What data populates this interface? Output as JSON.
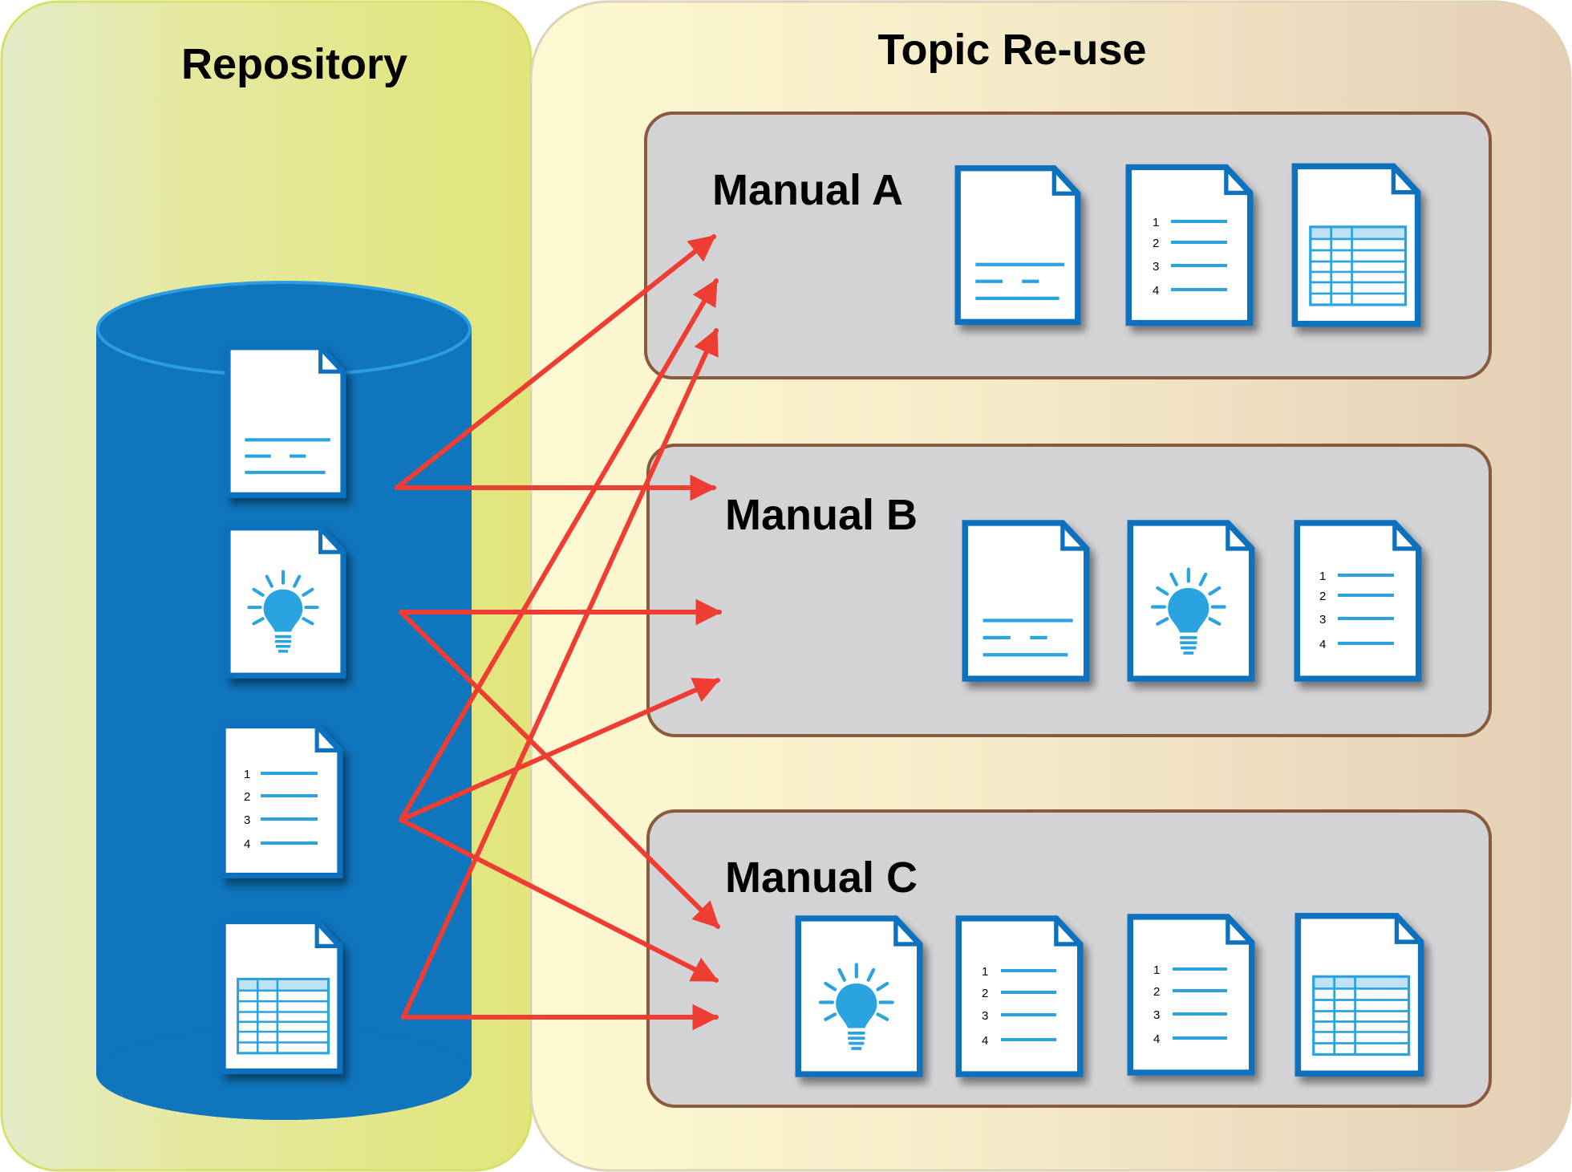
{
  "repository": {
    "title": "Repository"
  },
  "reuse": {
    "title": "Topic Re-use"
  },
  "manuals": [
    {
      "label": "Manual A"
    },
    {
      "label": "Manual B"
    },
    {
      "label": "Manual C"
    }
  ],
  "list_numbers": [
    "1",
    "2",
    "3",
    "4"
  ],
  "colors": {
    "doc_border": "#1171bd",
    "doc_line": "#29a3e0",
    "cylinder": "#0f75bd",
    "arrow": "#ee3e34",
    "manual_box_fill": "#d3d3d6",
    "manual_box_border": "#8a5a3c"
  },
  "repository_topics": [
    "text-doc-icon",
    "lightbulb-doc-icon",
    "numbered-list-doc-icon",
    "table-doc-icon"
  ],
  "manual_a_topics": [
    "text-doc-icon",
    "numbered-list-doc-icon",
    "table-doc-icon"
  ],
  "manual_b_topics": [
    "text-doc-icon",
    "lightbulb-doc-icon",
    "numbered-list-doc-icon"
  ],
  "manual_c_topics": [
    "lightbulb-doc-icon",
    "numbered-list-doc-icon",
    "numbered-list-doc-icon",
    "table-doc-icon"
  ]
}
